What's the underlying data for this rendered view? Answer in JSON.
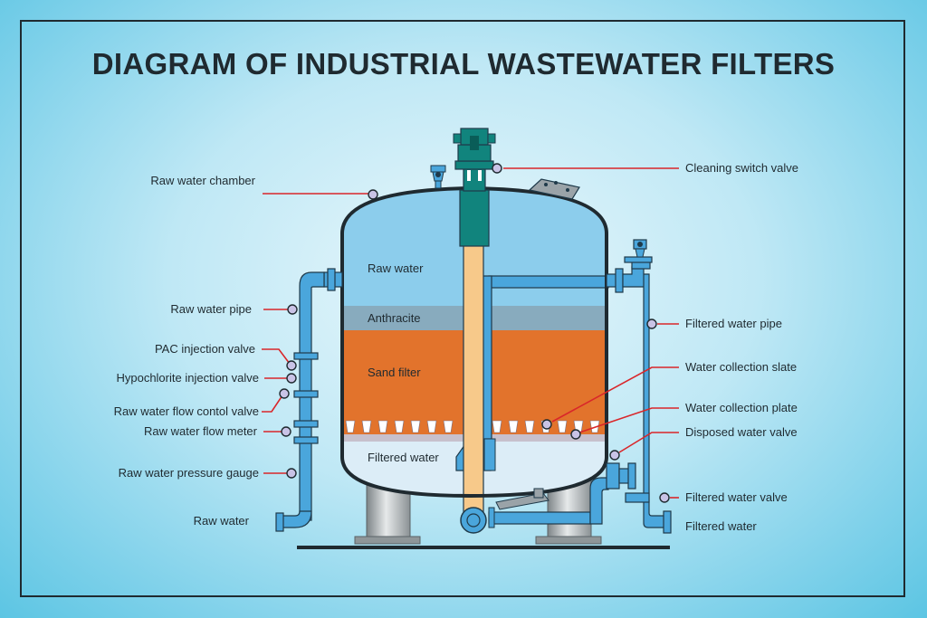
{
  "title": "DIAGRAM OF INDUSTRIAL WASTEWATER FILTERS",
  "colors": {
    "background": "#7fd1ea",
    "raw_water_layer": "#8ccdec",
    "anthracite_layer": "#88abbe",
    "sand_layer": "#e2732c",
    "filtered_layer": "#dcedf7",
    "pipe": "#4aa6dc",
    "pipe_outline": "#1f3a4a",
    "central_pipe": "#f7c98a",
    "motor_head": "#11847d",
    "leader_line": "#d9262a",
    "callout_dot": "#c9c3e6"
  },
  "zones": {
    "raw_water": "Raw water",
    "anthracite": "Anthracite",
    "sand_filter": "Sand filter",
    "filtered_water": "Filtered water"
  },
  "labels_left": {
    "raw_water_chamber": "Raw water chamber",
    "raw_water_pipe": "Raw water pipe",
    "pac_injection_valve": "PAC injection valve",
    "hypochlorite_injection_valve": "Hypochlorite injection valve",
    "raw_water_flow_control_valve": "Raw water flow contol valve",
    "raw_water_flow_meter": "Raw water flow meter",
    "raw_water_pressure_gauge": "Raw water pressure gauge",
    "raw_water_inlet": "Raw water"
  },
  "labels_right": {
    "cleaning_switch_valve": "Cleaning switch valve",
    "filtered_water_pipe": "Filtered water pipe",
    "water_collection_slate": "Water collection slate",
    "water_collection_plate": "Water collection plate",
    "disposed_water_valve": "Disposed water valve",
    "filtered_water_valve": "Filtered water valve",
    "filtered_water_outlet": "Filtered water"
  }
}
